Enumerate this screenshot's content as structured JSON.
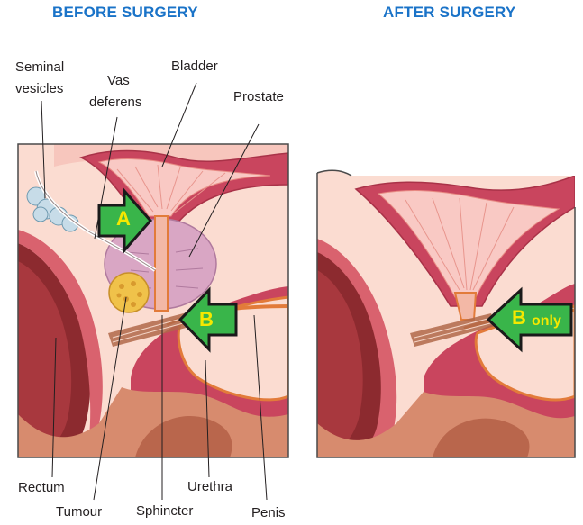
{
  "headings": {
    "before": "BEFORE SURGERY",
    "after": "AFTER SURGERY"
  },
  "labels": {
    "seminal_vesicles_1": "Seminal",
    "seminal_vesicles_2": "vesicles",
    "vas_deferens_1": "Vas",
    "vas_deferens_2": "deferens",
    "bladder": "Bladder",
    "prostate": "Prostate",
    "rectum": "Rectum",
    "tumour": "Tumour",
    "sphincter": "Sphincter",
    "urethra": "Urethra",
    "penis": "Penis"
  },
  "arrows": {
    "a": "A",
    "b": "B",
    "b_after": "B",
    "only": "only"
  },
  "colors": {
    "background_tissue": "#fbdcd1",
    "bladder": "#f9c9c4",
    "muscle": "#c9455e",
    "rectum": "#8c2a2f",
    "prostate": "#d9a6c4",
    "tumour": "#f0c24a",
    "arrow_fill": "#39b54a",
    "arrow_text": "#f5e800",
    "heading": "#1a73c8"
  }
}
